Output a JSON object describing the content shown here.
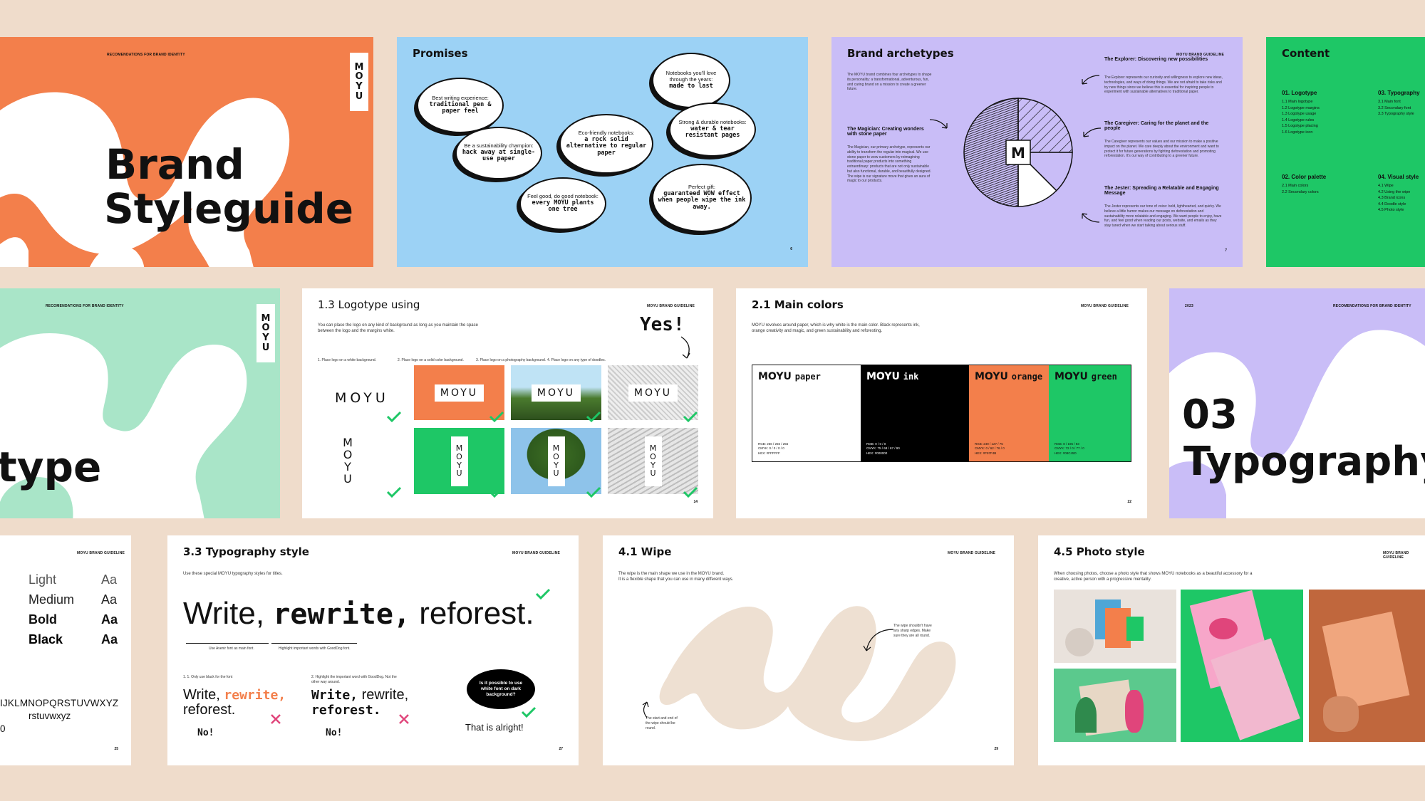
{
  "colors": {
    "background": "#efdccb",
    "orange": "#f37f4b",
    "blue": "#9cd2f5",
    "purple": "#c9bdf7",
    "green": "#1ec766",
    "mint": "#a9e5c8",
    "black": "#000000",
    "wipe": "#eee0d2"
  },
  "slide1": {
    "header": "RECOMENDATIONS FOR BRAND IDENTITY",
    "title_line1": "Brand",
    "title_line2": "Styleguide",
    "logo": [
      "M",
      "O",
      "Y",
      "U"
    ]
  },
  "slide2": {
    "title": "Promises",
    "page": "6",
    "bubbles": [
      {
        "lead": "Best writing experience:",
        "bold": "traditional pen & paper feel"
      },
      {
        "lead": "Be a sustainability champion:",
        "bold": "hack away at single-use paper"
      },
      {
        "lead": "Eco-friendly notebooks:",
        "bold": "a rock solid alternative to regular paper"
      },
      {
        "lead": "Feel good, do good notebook:",
        "bold": "every MOYU plants one tree"
      },
      {
        "lead": "Notebooks you'll love through the years:",
        "bold": "made to last"
      },
      {
        "lead": "Strong & durable notebooks:",
        "bold": "water & tear resistant pages"
      },
      {
        "lead": "Perfect gift:",
        "bold": "guaranteed WOW effect when people wipe the ink away."
      }
    ]
  },
  "slide3": {
    "title": "Brand archetypes",
    "header": "MOYU BRAND GUIDELINE",
    "page": "7",
    "intro": "The MOYU brand combines four archetypes to shape its personality: a transformational, adventurous, fun, and caring brand on a mission to create a greener future.",
    "magician_title": "The Magician: Creating wonders with stone paper",
    "magician_text": "The Magician, our primary archetype, represents our ability to transform the regular into magical. We use stone paper to wow customers by reimagining traditional paper products into something extraordinary: products that are not only sustainable but also functional, durable, and beautifully designed. The wipe is our signature move that gives an aura of magic to our products.",
    "explorer_title": "The Explorer: Discovering new possibilities",
    "explorer_text": "The Explorer represents our curiosity and willingness to explore new ideas, technologies, and ways of doing things. We are not afraid to take risks and try new things since we believe this is essential for inspiring people to experiment with sustainable alternatives to traditional paper.",
    "caregiver_title": "The Caregiver: Caring for the planet and the people",
    "caregiver_text": "The Caregiver represents our values and our mission to make a positive impact on the planet. We care deeply about the environment and want to protect it for future generations by fighting deforestation and promoting reforestation. It's our way of contributing to a greener future.",
    "jester_title": "The Jester: Spreading a Relatable and Engaging Message",
    "jester_text": "The Jester represents our tone of voice: bold, lighthearted, and quirky. We believe a little humor makes our message on deforestation and sustainability more relatable and engaging. We want people to enjoy, have fun, and feel good when reading our posts, website, and emails as they stay tuned when we start talking about serious stuff.",
    "pie": {
      "slices": [
        {
          "name": "Magician",
          "value": 50
        },
        {
          "name": "Explorer",
          "value": 25
        },
        {
          "name": "Caregiver",
          "value": 12.5
        },
        {
          "name": "Jester",
          "value": 12.5
        }
      ]
    }
  },
  "slide4": {
    "title": "Content",
    "sections": [
      {
        "head": "01. Logotype",
        "items": [
          "1.1 Main logotype",
          "1.2 Logotype margins",
          "1.3 Logotype usage",
          "1.4 Logotype rules",
          "1.5 Logotype placing",
          "1.6 Logotype icon"
        ]
      },
      {
        "head": "02. Color palette",
        "items": [
          "2.1 Main colors",
          "2.2 Secondary colors"
        ]
      },
      {
        "head": "03. Typography",
        "items": [
          "3.1 Main font",
          "3.2 Secondary font",
          "3.3 Typography style"
        ]
      },
      {
        "head": "04. Visual style",
        "items": [
          "4.1 Wipe",
          "4.2 Using the wipe",
          "4.3 Brand icons",
          "4.4 Doodle style",
          "4.5 Photo style"
        ]
      }
    ]
  },
  "slide5": {
    "header": "RECOMENDATIONS FOR BRAND IDENTITY",
    "title": "type"
  },
  "slide6": {
    "title": "1.3 Logotype using",
    "header": "MOYU BRAND GUIDELINE",
    "page": "14",
    "intro": "You can place the logo on any kind of background as long as you maintain the space between the logo and the margins white.",
    "yes": "Yes!",
    "captions": [
      "1. Place logo on a white background.",
      "2. Place logo on a solid color background.",
      "3. Place logo on a photography background.",
      "4. Place logo on any type of doodles."
    ],
    "logo": "MOYU"
  },
  "slide7": {
    "title": "2.1 Main colors",
    "header": "MOYU BRAND GUIDELINE",
    "page": "22",
    "intro": "MOYU revolves around paper, which is why white is the main color. Black represents ink, orange creativity and magic, and green sustainability and reforesting.",
    "swatches": [
      {
        "brand": "MOYU",
        "name": "paper",
        "bg": "#ffffff",
        "fg": "#111111",
        "rgb": "RGB: 256 / 256 / 256",
        "cmyk": "CMYK: 0 / 0 / 0 / 0",
        "hex": "HEX: #FFFFFF"
      },
      {
        "brand": "MOYU",
        "name": "ink",
        "bg": "#000000",
        "fg": "#ffffff",
        "rgb": "RGB: 0 / 0 / 0",
        "cmyk": "CMYK: 75 / 68 / 67 / 90",
        "hex": "HEX: #000000"
      },
      {
        "brand": "MOYU",
        "name": "orange",
        "bg": "#f37f4b",
        "fg": "#111111",
        "rgb": "RGB: 249 / 127 / 75",
        "cmyk": "CMYK: 0 / 62 / 76 / 0",
        "hex": "HEX: #F97F4B"
      },
      {
        "brand": "MOYU",
        "name": "green",
        "bg": "#1ec766",
        "fg": "#111111",
        "rgb": "RGB: 8 / 196 / 93",
        "cmyk": "CMYK: 72 / 0 / 77 / 0",
        "hex": "HEX: #08C45D"
      }
    ]
  },
  "slide8": {
    "year": "2023",
    "header": "RECOMENDATIONS FOR BRAND IDENTITY",
    "number": "03",
    "title": "Typography"
  },
  "slide9": {
    "header": "MOYU BRAND GUIDELINE",
    "page": "25",
    "weights": [
      {
        "name": "Light",
        "sample": "Aa"
      },
      {
        "name": "Medium",
        "sample": "Aa"
      },
      {
        "name": "Bold",
        "sample": "Aa"
      },
      {
        "name": "Black",
        "sample": "Aa"
      }
    ],
    "alphabet1": "IJKLMNOPQRSTUVWXYZ",
    "alphabet2": "rstuvwxyz",
    "alphabet3": "0"
  },
  "slide10": {
    "title": "3.3 Typography style",
    "header": "MOYU BRAND GUIDELINE",
    "page": "27",
    "intro": "Use these special MOYU typography styles for titles.",
    "big_a": "Write,",
    "big_b": "rewrite,",
    "big_c": "reforest.",
    "cap1": "Use Avenir font as main font.",
    "cap2": "Highlight important words with GoodDog font.",
    "rule1": "1. 1. Only use black for the font",
    "rule2": "2. Highlight the important word with GoodDog. Not the other way around.",
    "ex1_a": "Write,",
    "ex1_b": "rewrite,",
    "ex1_c": "reforest.",
    "ex2_a": "Write,",
    "ex2_b": "rewrite,",
    "ex2_c": "reforest.",
    "no": "No!",
    "bubble_q": "Is it possible to use white font on dark background?",
    "alright": "That is alright!"
  },
  "slide11": {
    "title": "4.1 Wipe",
    "header": "MOYU BRAND GUIDELINE",
    "page": "29",
    "intro1": "The wipe is the main shape we use in the MOYU brand.",
    "intro2": "It is a flexible shape that you can use in many different ways.",
    "note1": "The wipe shouldn't have any sharp edges. Make sure they are all round.",
    "note2": "The start and end of the wipe should be round."
  },
  "slide12": {
    "title": "4.5 Photo style",
    "header": "MOYU BRAND GUIDELINE",
    "intro": "When choosing photos, choose a photo style that shows MOYU notebooks as a beautiful accessory for a creative, active person with a progressive mentality."
  }
}
